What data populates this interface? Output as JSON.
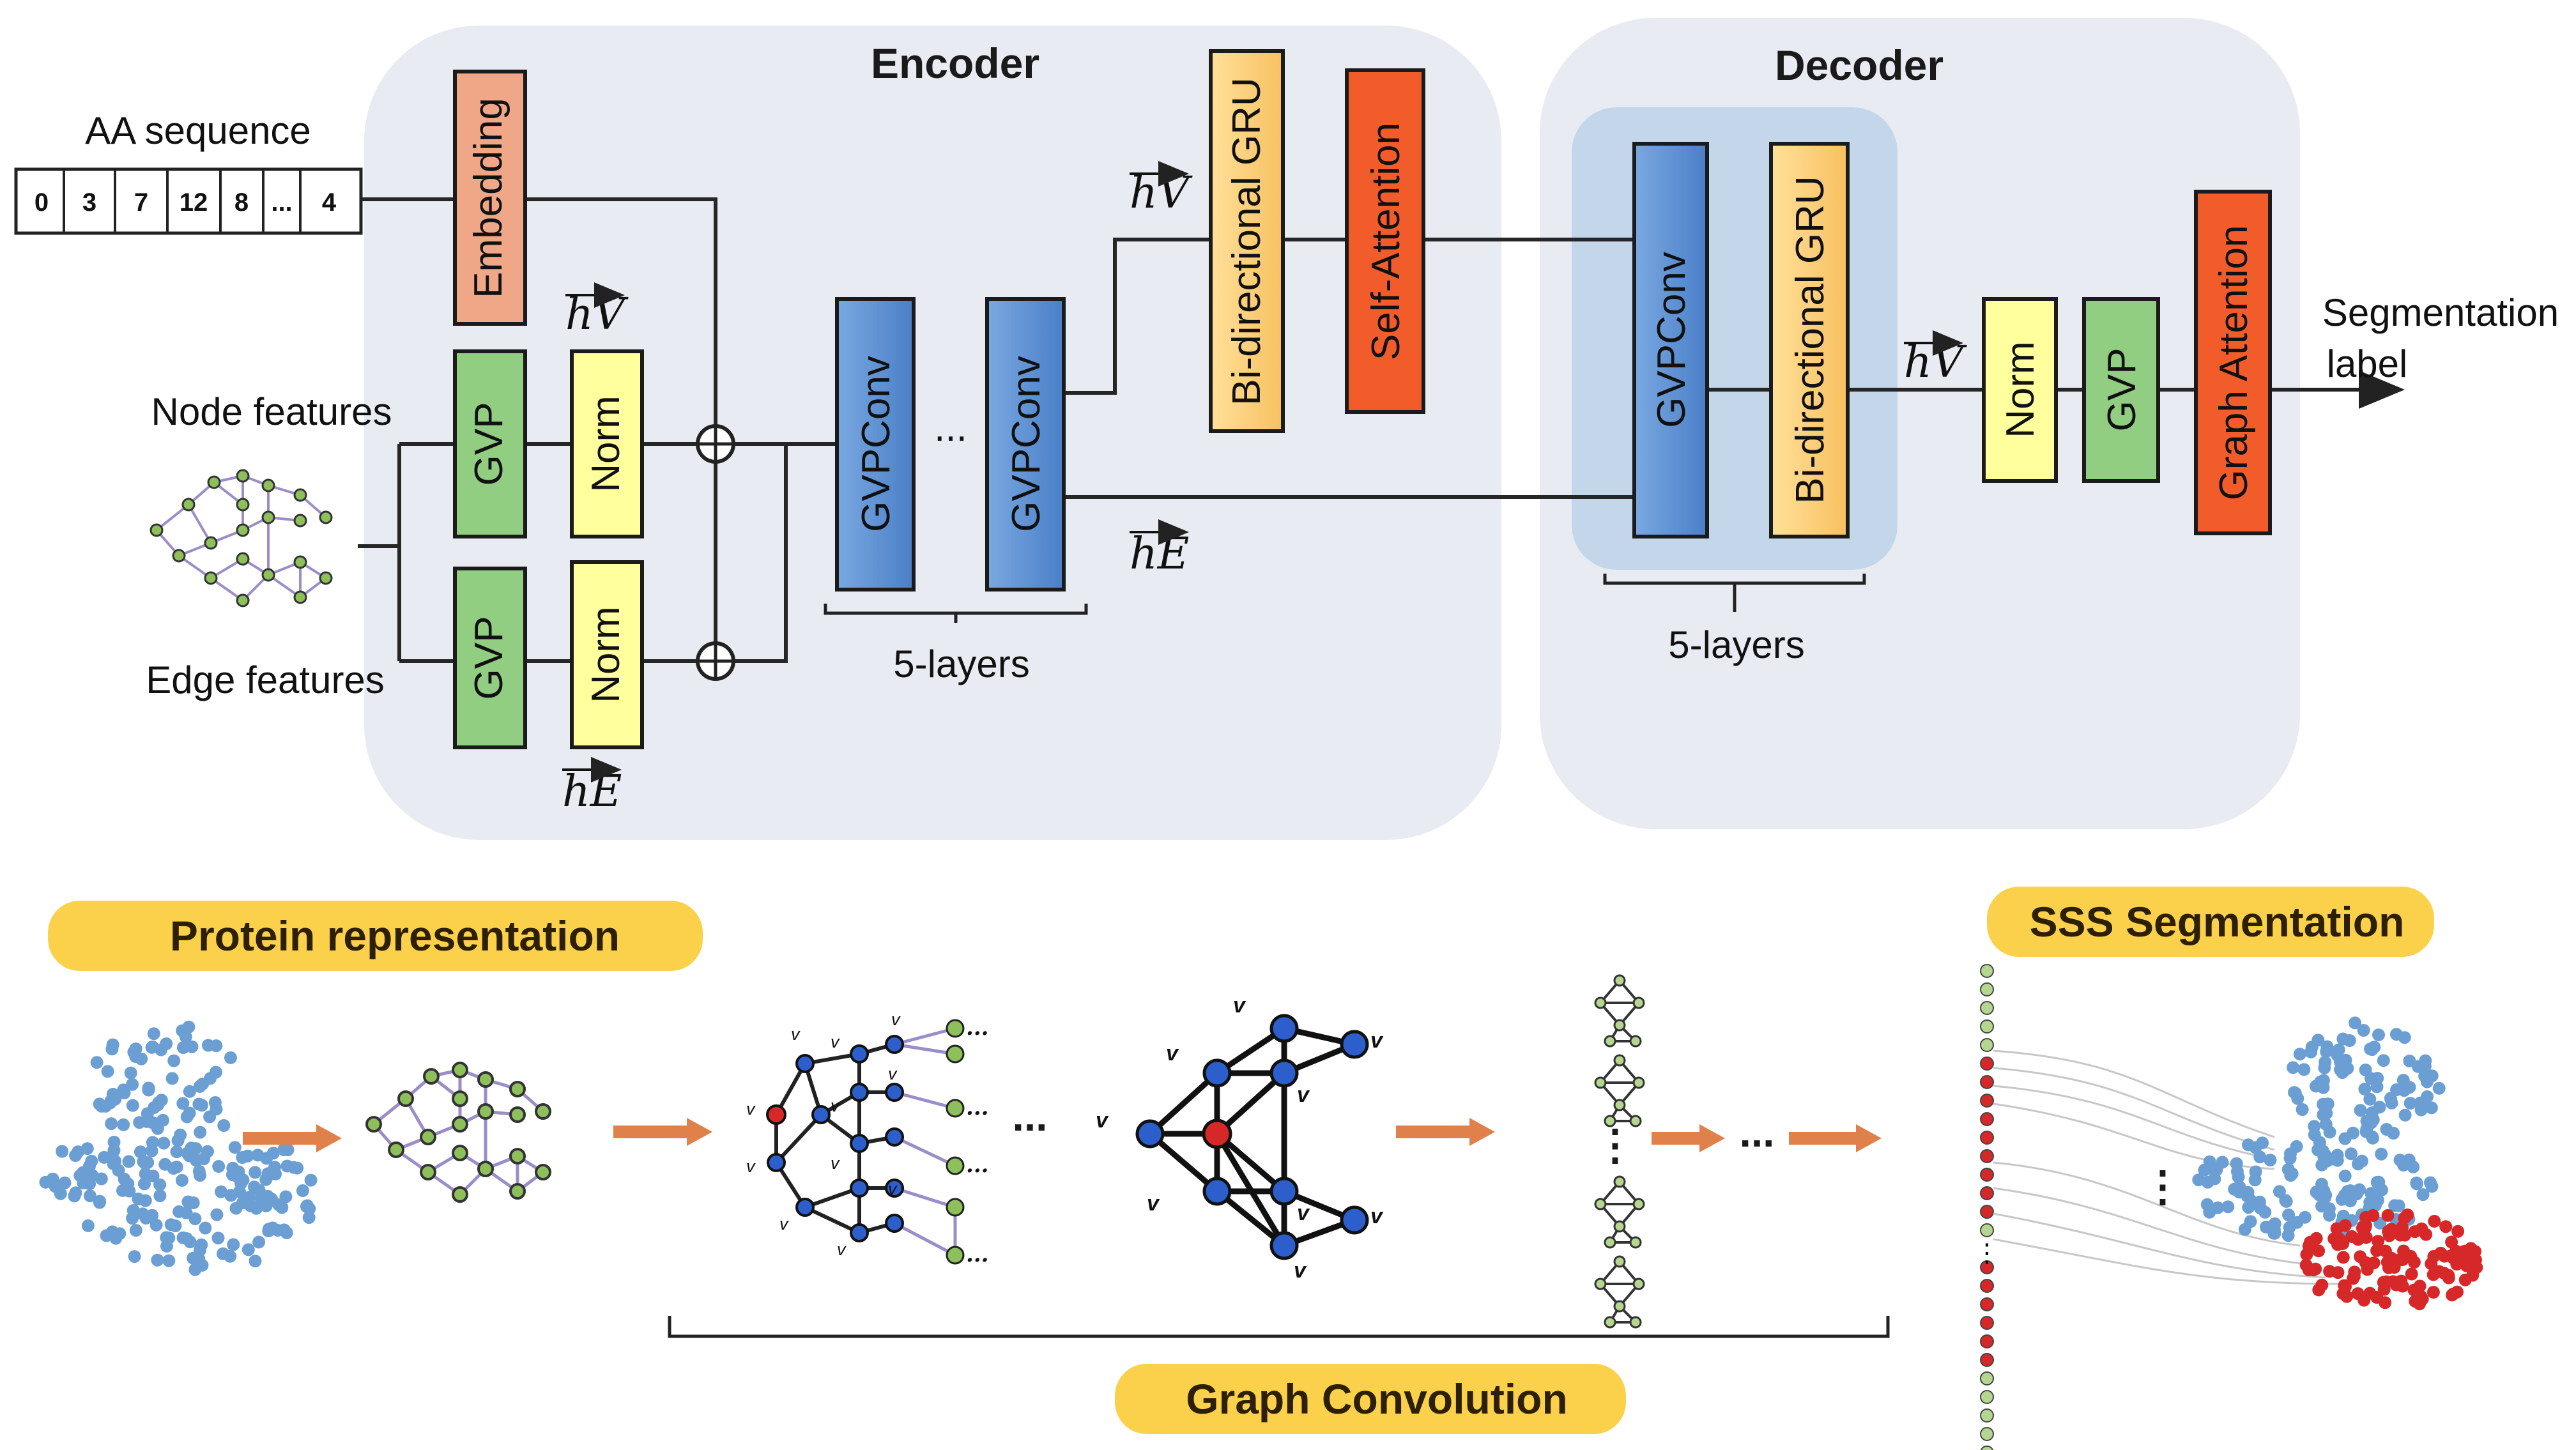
{
  "panels": {
    "encoder_title": "Encoder",
    "decoder_title": "Decoder"
  },
  "inputs": {
    "aa_label": "AA sequence",
    "aa_tokens": [
      "0",
      "3",
      "7",
      "12",
      "8",
      "...",
      "4"
    ],
    "node_label": "Node features",
    "edge_label": "Edge features"
  },
  "blocks": {
    "embedding": "Embedding",
    "gvp": "GVP",
    "norm": "Norm",
    "gvpconv": "GVPConv",
    "bigru": "Bi-directional GRU",
    "self_attention": "Self-Attention",
    "graph_attention": "Graph Attention",
    "ellipsis": "..."
  },
  "annotations": {
    "hV": "hV",
    "hE": "hE",
    "enc_layers": "5-layers",
    "dec_layers": "5-layers",
    "output_line1": "Segmentation",
    "output_line2": "label"
  },
  "pills": {
    "protein_representation": "Protein representation",
    "sss_segmentation": "SSS Segmentation",
    "graph_convolution": "Graph Convolution"
  },
  "graph_labels": {
    "layer_l": [
      "v",
      "v",
      "v",
      "v",
      "v",
      "v",
      "v",
      "v",
      "v",
      "v",
      "v"
    ],
    "ellipsis": "..."
  },
  "colors": {
    "panel": "#e8ecf2",
    "decoder_inner": "#c3d6ea",
    "embedding": "#f0a788",
    "gvp": "#92ce82",
    "norm": "#ffff9e",
    "gvpconv": "#5b8fd4",
    "bigru": "#ffd480",
    "attention": "#f25c2b",
    "pill": "#fbd04a",
    "arrow": "#e0804a",
    "protein_blue": "#6b9fd3",
    "protein_red": "#d62828",
    "graph_green": "#8dbf5a",
    "graph_blue": "#2c5fcc"
  }
}
